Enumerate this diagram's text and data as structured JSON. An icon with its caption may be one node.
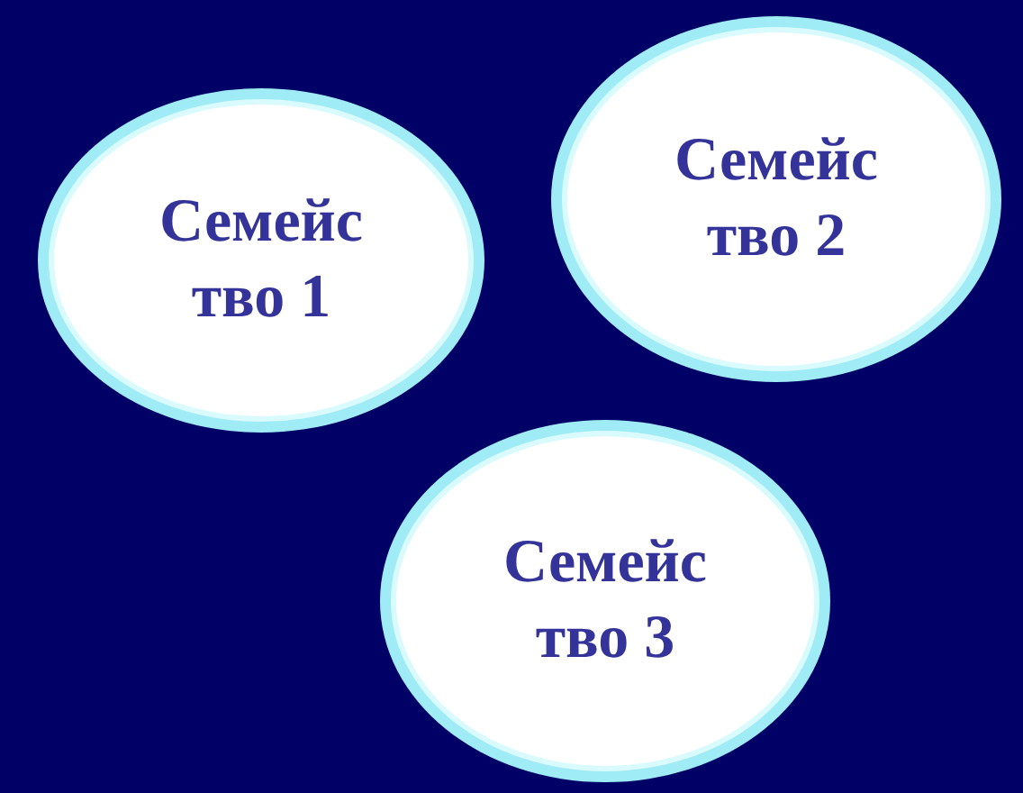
{
  "diagram": {
    "nodes": [
      {
        "text": [
          "Семейс тво 1"
        ]
      },
      {
        "text": [
          "Семейс тво 2"
        ]
      },
      {
        "text": [
          "Семейс тво 3"
        ]
      }
    ]
  }
}
